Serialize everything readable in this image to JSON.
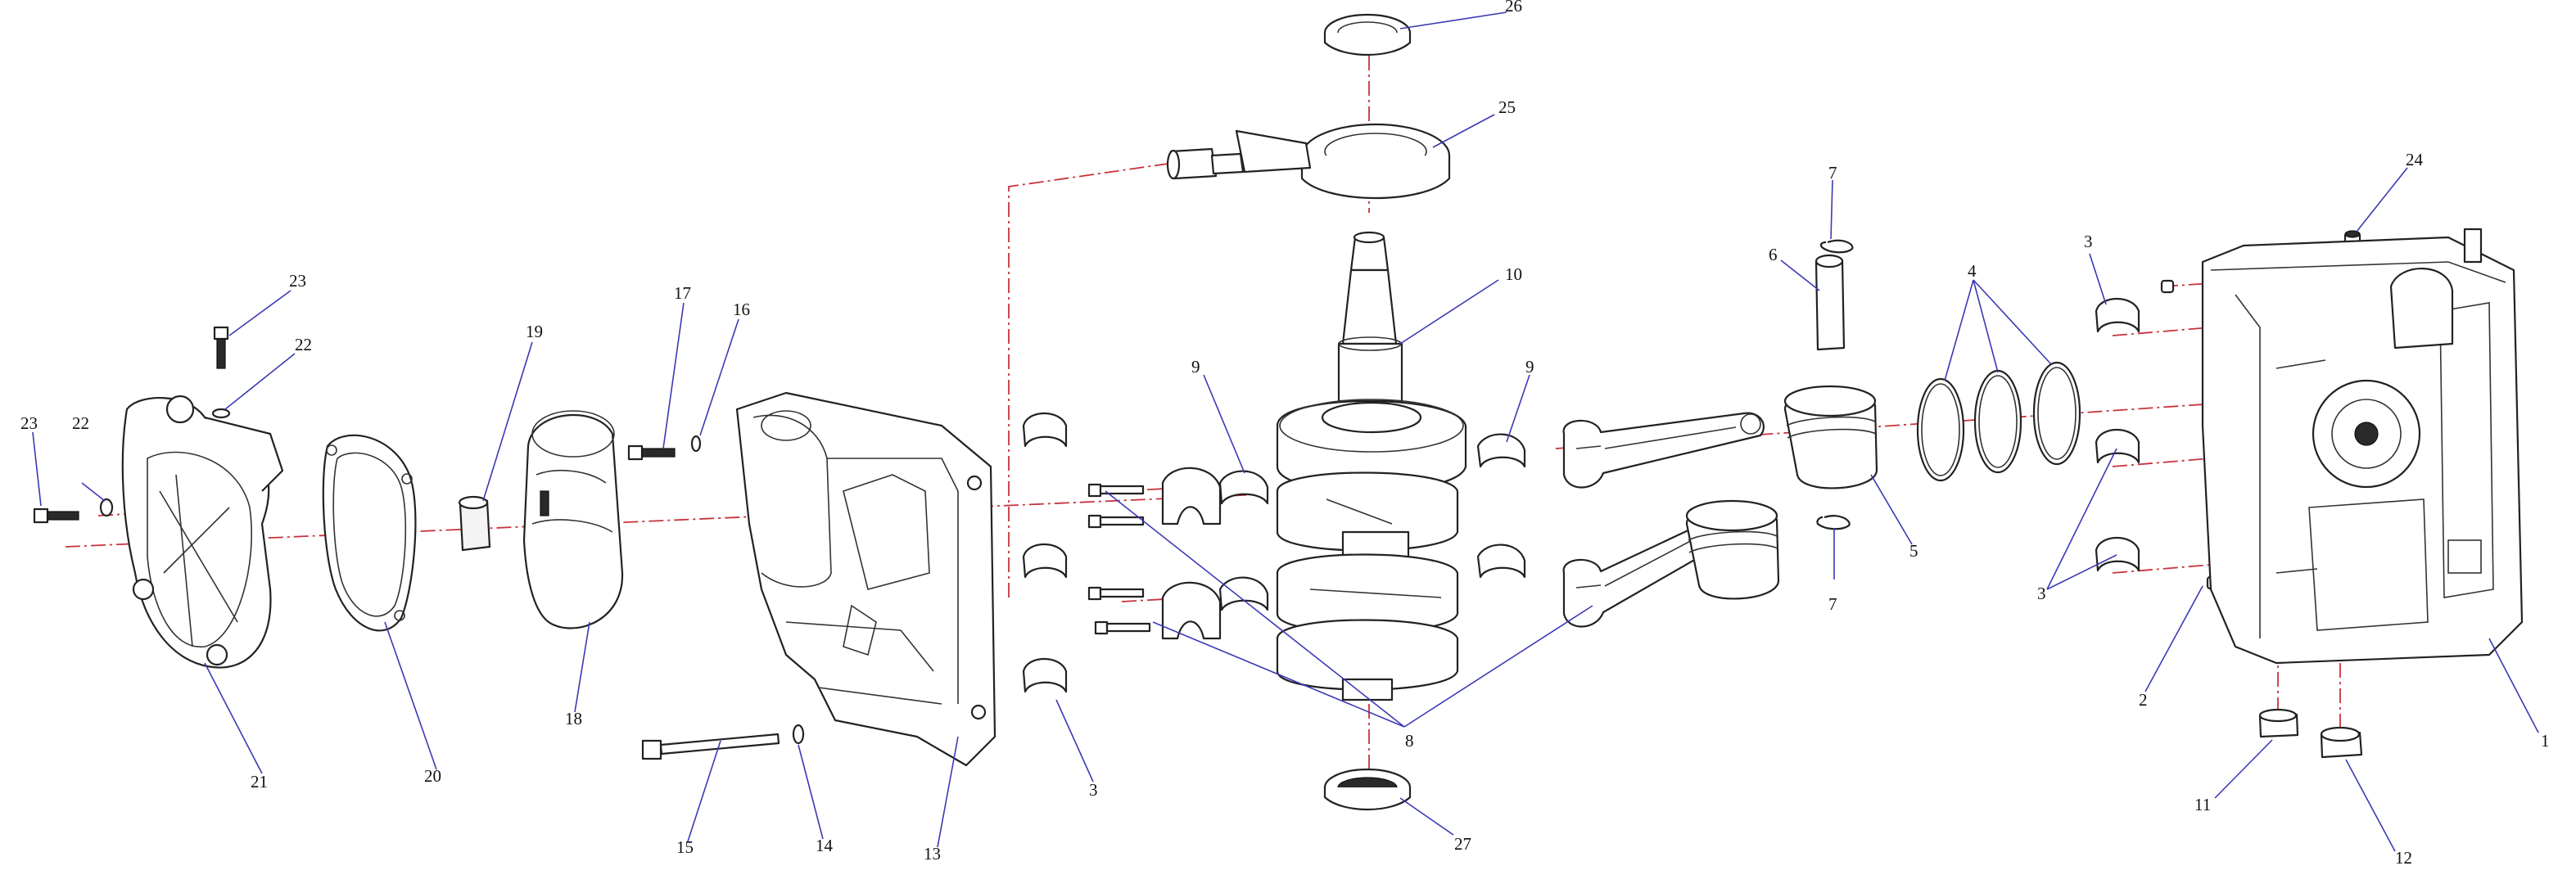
{
  "colors": {
    "axis_line": "#c8323c",
    "leader_line": "#3a3ab4",
    "part_stroke": "#222222"
  },
  "labels": {
    "l1": "1",
    "l2": "2",
    "l3a": "3",
    "l3b": "3",
    "l3c": "3",
    "l4": "4",
    "l5": "5",
    "l6": "6",
    "l7a": "7",
    "l7b": "7",
    "l8": "8",
    "l9a": "9",
    "l9b": "9",
    "l10": "10",
    "l11": "11",
    "l12": "12",
    "l13": "13",
    "l14": "14",
    "l15": "15",
    "l16": "16",
    "l17": "17",
    "l18": "18",
    "l19": "19",
    "l20": "20",
    "l21": "21",
    "l22a": "22",
    "l22b": "22",
    "l23a": "23",
    "l23b": "23",
    "l24": "24",
    "l25": "25",
    "l26": "26",
    "l27": "27"
  }
}
